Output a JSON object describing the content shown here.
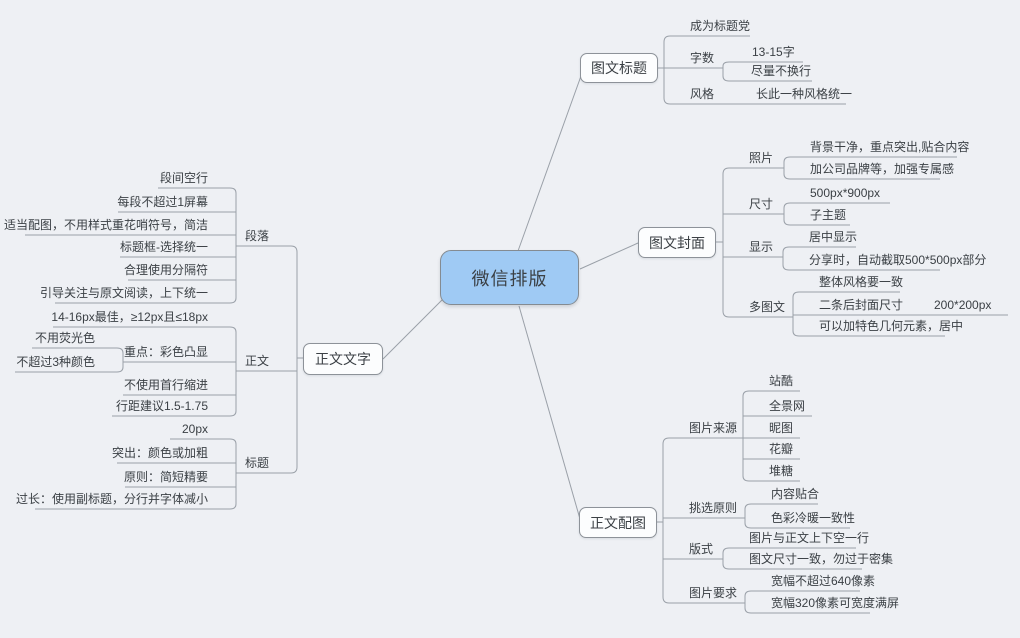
{
  "colors": {
    "page-bg": "#eef0f4",
    "line": "#9aa0a8",
    "node-border": "#8d9299",
    "node-fill": "#fcfdfe",
    "center-fill": "#9fcaf4",
    "center-border": "#848b92",
    "text": "#3b4045"
  },
  "center": {
    "label": "微信排版"
  },
  "tuwen_biaoti": {
    "label": "图文标题",
    "items": [
      {
        "label": "成为标题党"
      },
      {
        "label": "字数",
        "children": [
          "13-15字",
          "尽量不换行"
        ]
      },
      {
        "label": "风格",
        "children": [
          "长此一种风格统一"
        ]
      }
    ]
  },
  "tuwen_fengmian": {
    "label": "图文封面",
    "items": [
      {
        "label": "照片",
        "children": [
          "背景干净，重点突出,贴合内容",
          "加公司品牌等，加强专属感"
        ]
      },
      {
        "label": "尺寸",
        "children": [
          "500px*900px",
          "子主题"
        ]
      },
      {
        "label": "显示",
        "children": [
          "居中显示",
          "分享时，自动截取500*500px部分"
        ]
      },
      {
        "label": "多图文",
        "children": [
          "整体风格要一致",
          "二条后封面尺寸",
          "可以加特色几何元素，居中"
        ],
        "size_value": "200*200px"
      }
    ]
  },
  "zhengwen_peitu": {
    "label": "正文配图",
    "items": [
      {
        "label": "图片来源",
        "children": [
          "站酷",
          "全景网",
          "昵图",
          "花瓣",
          "堆糖"
        ]
      },
      {
        "label": "挑选原则",
        "children": [
          "内容贴合",
          "色彩冷暖一致性"
        ]
      },
      {
        "label": "版式",
        "children": [
          "图片与正文上下空一行",
          "图文尺寸一致，勿过于密集"
        ]
      },
      {
        "label": "图片要求",
        "children": [
          "宽幅不超过640像素",
          "宽幅320像素可宽度满屏"
        ]
      }
    ]
  },
  "zhengwen_wenzi": {
    "label": "正文文字",
    "items": [
      {
        "label": "段落",
        "children": [
          "段间空行",
          "每段不超过1屏幕",
          "适当配图，不用样式重花哨符号，简洁",
          "标题框-选择统一",
          "合理使用分隔符",
          "引导关注与原文阅读，上下统一"
        ]
      },
      {
        "label": "正文",
        "children": [
          "14-16px最佳，≥12px且≤18px",
          "重点：彩色凸显",
          "不使用首行缩进",
          "行距建议1.5-1.75"
        ],
        "highlight_children": [
          "不用荧光色",
          "不超过3种颜色"
        ]
      },
      {
        "label": "标题",
        "children": [
          "20px",
          "突出：颜色或加粗",
          "原则：简短精要",
          "过长：使用副标题，分行并字体减小"
        ]
      }
    ]
  }
}
